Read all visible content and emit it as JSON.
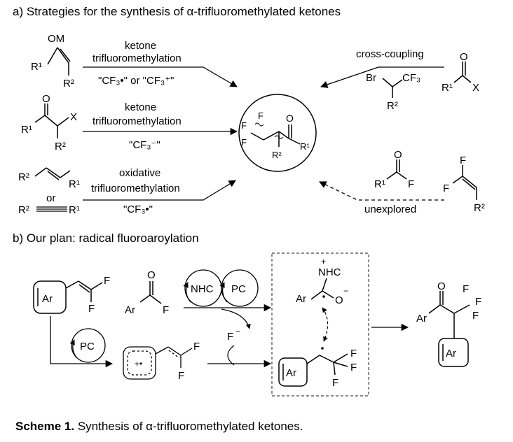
{
  "section_a": {
    "title": "a) Strategies for the synthesis of α-trifluoromethylated ketones",
    "route1": {
      "line1": "ketone",
      "line2": "trifluoromethylation",
      "reagent": "\"CF₃•\" or \"CF₃⁺\""
    },
    "route2": {
      "line1": "ketone",
      "line2": "trifluoromethylation",
      "reagent": "\"CF₃⁻\""
    },
    "route3": {
      "line1": "oxidative",
      "line2": "trifluoromethylation",
      "reagent": "\"CF₃•\""
    },
    "route4": {
      "label": "cross-coupling"
    },
    "route5": {
      "label": "unexplored"
    },
    "or_label": "or"
  },
  "section_b": {
    "title": "b) Our plan: radical fluoroaroylation",
    "nhc_label": "NHC",
    "pc_label": "PC",
    "ar_label": "Ar",
    "fluoride_label": "F"
  },
  "atoms": {
    "OM": "OM",
    "R1": "R¹",
    "R2": "R²",
    "O": "O",
    "X": "X",
    "F": "F",
    "Br": "Br",
    "CF3": "CF₃",
    "Ar": "Ar",
    "NHC_plus": "NHC",
    "O_minus": "O"
  },
  "caption": {
    "label": "Scheme 1.",
    "text": " Synthesis of α-trifluoromethylated ketones."
  },
  "colors": {
    "ink": "#000000",
    "background": "#ffffff",
    "dashed_box": "#444444"
  }
}
